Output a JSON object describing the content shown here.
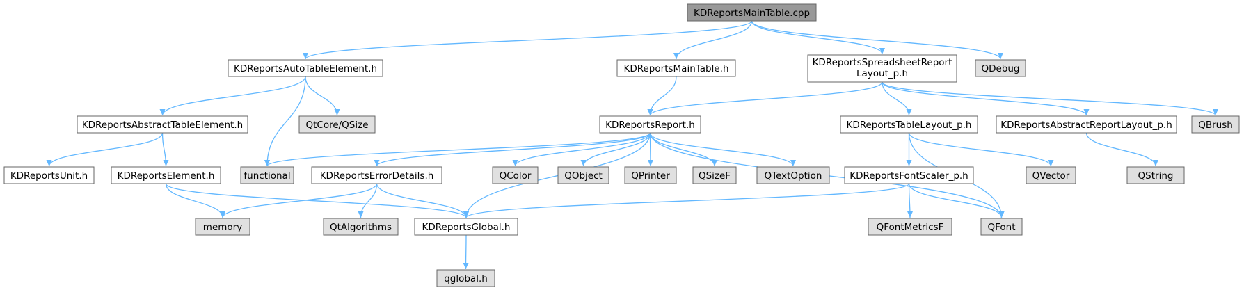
{
  "colors": {
    "edge": "#63b8ff",
    "root_fill": "#999999",
    "local_fill": "#ffffff",
    "system_fill": "#e0e0e0",
    "border": "#666666"
  },
  "nodes": [
    {
      "id": "mainTableCpp",
      "label": "KDReportsMainTable.cpp",
      "kind": "root"
    },
    {
      "id": "autoTableElementH",
      "label": "KDReportsAutoTableElement.h",
      "kind": "local"
    },
    {
      "id": "mainTableH",
      "label": "KDReportsMainTable.h",
      "kind": "local"
    },
    {
      "id": "spreadsheetLayoutH",
      "label": "KDReportsSpreadsheetReport Layout_p.h",
      "label_lines": [
        "KDReportsSpreadsheetReport",
        "Layout_p.h"
      ],
      "kind": "local"
    },
    {
      "id": "qdebug",
      "label": "QDebug",
      "kind": "system"
    },
    {
      "id": "abstractTableElementH",
      "label": "KDReportsAbstractTableElement.h",
      "kind": "local"
    },
    {
      "id": "qtcoreQsize",
      "label": "QtCore/QSize",
      "kind": "system"
    },
    {
      "id": "reportH",
      "label": "KDReportsReport.h",
      "kind": "local"
    },
    {
      "id": "tableLayoutH",
      "label": "KDReportsTableLayout_p.h",
      "kind": "local"
    },
    {
      "id": "abstractReportLayoutH",
      "label": "KDReportsAbstractReportLayout_p.h",
      "kind": "local"
    },
    {
      "id": "qbrush",
      "label": "QBrush",
      "kind": "system"
    },
    {
      "id": "unitH",
      "label": "KDReportsUnit.h",
      "kind": "local"
    },
    {
      "id": "elementH",
      "label": "KDReportsElement.h",
      "kind": "local"
    },
    {
      "id": "functional",
      "label": "functional",
      "kind": "system"
    },
    {
      "id": "errorDetailsH",
      "label": "KDReportsErrorDetails.h",
      "kind": "local"
    },
    {
      "id": "qcolor",
      "label": "QColor",
      "kind": "system"
    },
    {
      "id": "qobject",
      "label": "QObject",
      "kind": "system"
    },
    {
      "id": "qprinter",
      "label": "QPrinter",
      "kind": "system"
    },
    {
      "id": "qsizef",
      "label": "QSizeF",
      "kind": "system"
    },
    {
      "id": "qtextoption",
      "label": "QTextOption",
      "kind": "system"
    },
    {
      "id": "fontScalerH",
      "label": "KDReportsFontScaler_p.h",
      "kind": "local"
    },
    {
      "id": "qvector",
      "label": "QVector",
      "kind": "system"
    },
    {
      "id": "qstring",
      "label": "QString",
      "kind": "system"
    },
    {
      "id": "memory",
      "label": "memory",
      "kind": "system"
    },
    {
      "id": "qtalgorithms",
      "label": "QtAlgorithms",
      "kind": "system"
    },
    {
      "id": "globalH",
      "label": "KDReportsGlobal.h",
      "kind": "local"
    },
    {
      "id": "qfontmetricsf",
      "label": "QFontMetricsF",
      "kind": "system"
    },
    {
      "id": "qfont",
      "label": "QFont",
      "kind": "system"
    },
    {
      "id": "qglobalH",
      "label": "qglobal.h",
      "kind": "system"
    }
  ],
  "edges": [
    {
      "from": "mainTableCpp",
      "to": "autoTableElementH"
    },
    {
      "from": "mainTableCpp",
      "to": "mainTableH"
    },
    {
      "from": "mainTableCpp",
      "to": "spreadsheetLayoutH"
    },
    {
      "from": "mainTableCpp",
      "to": "qdebug"
    },
    {
      "from": "autoTableElementH",
      "to": "abstractTableElementH"
    },
    {
      "from": "autoTableElementH",
      "to": "functional"
    },
    {
      "from": "autoTableElementH",
      "to": "qtcoreQsize"
    },
    {
      "from": "mainTableH",
      "to": "reportH"
    },
    {
      "from": "spreadsheetLayoutH",
      "to": "reportH"
    },
    {
      "from": "spreadsheetLayoutH",
      "to": "tableLayoutH"
    },
    {
      "from": "spreadsheetLayoutH",
      "to": "abstractReportLayoutH"
    },
    {
      "from": "spreadsheetLayoutH",
      "to": "qbrush"
    },
    {
      "from": "abstractTableElementH",
      "to": "unitH"
    },
    {
      "from": "abstractTableElementH",
      "to": "elementH"
    },
    {
      "from": "reportH",
      "to": "functional"
    },
    {
      "from": "reportH",
      "to": "errorDetailsH"
    },
    {
      "from": "reportH",
      "to": "globalH"
    },
    {
      "from": "reportH",
      "to": "qcolor"
    },
    {
      "from": "reportH",
      "to": "qobject"
    },
    {
      "from": "reportH",
      "to": "qprinter"
    },
    {
      "from": "reportH",
      "to": "qsizef"
    },
    {
      "from": "reportH",
      "to": "qtextoption"
    },
    {
      "from": "reportH",
      "to": "qfont"
    },
    {
      "from": "tableLayoutH",
      "to": "fontScalerH"
    },
    {
      "from": "tableLayoutH",
      "to": "qvector"
    },
    {
      "from": "tableLayoutH",
      "to": "qfont"
    },
    {
      "from": "abstractReportLayoutH",
      "to": "qstring"
    },
    {
      "from": "elementH",
      "to": "memory"
    },
    {
      "from": "elementH",
      "to": "globalH"
    },
    {
      "from": "errorDetailsH",
      "to": "memory"
    },
    {
      "from": "errorDetailsH",
      "to": "qtalgorithms"
    },
    {
      "from": "errorDetailsH",
      "to": "globalH"
    },
    {
      "from": "fontScalerH",
      "to": "globalH"
    },
    {
      "from": "fontScalerH",
      "to": "qfontmetricsf"
    },
    {
      "from": "fontScalerH",
      "to": "qfont"
    },
    {
      "from": "globalH",
      "to": "qglobalH"
    }
  ]
}
